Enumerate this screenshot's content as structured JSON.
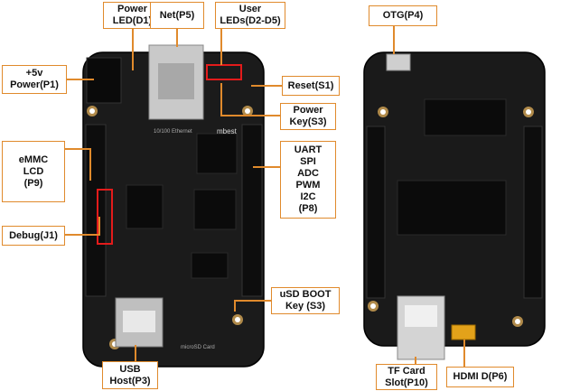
{
  "front": {
    "labels": {
      "power_led": "Power\nLED(D1)",
      "net": "Net(P5)",
      "user_leds": "User\nLEDs(D2-D5)",
      "power_5v": "+5v\nPower(P1)",
      "reset": "Reset(S1)",
      "power_key": "Power\nKey(S3)",
      "emmc": "eMMC\nLCD\n(P9)",
      "header_p8": "UART\nSPI\nADC\nPWM\nI2C\n(P8)",
      "debug": "Debug(J1)",
      "usd_boot": "uSD BOOT\nKey (S3)",
      "usb_host": "USB\nHost(P3)"
    },
    "silkscreen": {
      "ethernet": "10/100 Ethernet",
      "microsd": "microSD Card",
      "brand": "mbest"
    }
  },
  "back": {
    "labels": {
      "otg": "OTG(P4)",
      "tf_card": "TF Card\nSlot(P10)",
      "hdmi": "HDMI D(P6)"
    }
  },
  "colors": {
    "accent": "#e08a2c",
    "pcb": "#1a1a1a",
    "highlight": "#e31b1b"
  }
}
